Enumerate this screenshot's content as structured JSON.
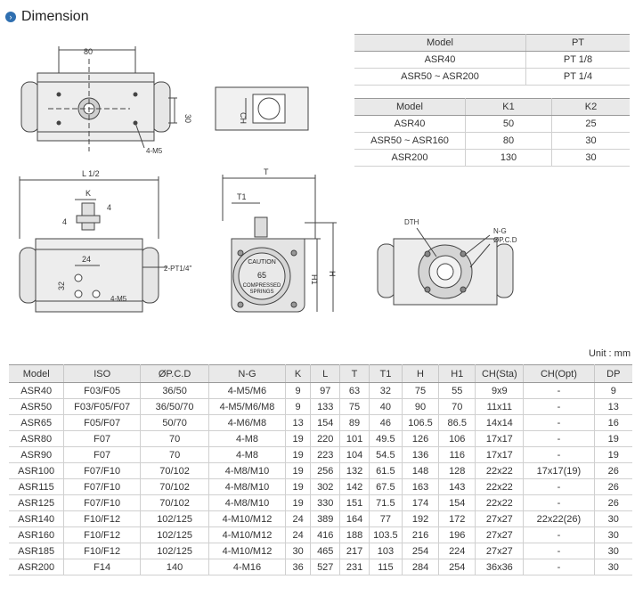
{
  "header": {
    "title": "Dimension"
  },
  "pt_table": {
    "headers": [
      "Model",
      "PT"
    ],
    "rows": [
      [
        "ASR40",
        "PT 1/8"
      ],
      [
        "ASR50 ~ ASR200",
        "PT 1/4"
      ]
    ]
  },
  "k_table": {
    "headers": [
      "Model",
      "K1",
      "K2"
    ],
    "rows": [
      [
        "ASR40",
        "50",
        "25"
      ],
      [
        "ASR50 ~ ASR160",
        "80",
        "30"
      ],
      [
        "ASR200",
        "130",
        "30"
      ]
    ]
  },
  "drawings": {
    "top_view": {
      "dim_width": "80",
      "dim_height": "30",
      "thread": "4-M5"
    },
    "shaft_end": {
      "label": "CH"
    },
    "front_view": {
      "dim_l2": "L 1/2",
      "dim_k": "K",
      "dim_4a": "4",
      "dim_4b": "4",
      "dim_24": "24",
      "dim_32": "32",
      "port": "2-PT1/4\"",
      "thread": "4-M5"
    },
    "side_view": {
      "dim_t": "T",
      "dim_t1": "T1",
      "dim_h": "H",
      "dim_h1": "H1",
      "caution": "CAUTION",
      "size": "65",
      "springs_1": "COMPRESSED",
      "springs_2": "SPRINGS"
    },
    "bottom_view": {
      "dth": "DTH",
      "ng": "N-G",
      "opcd": "ØP.C.D"
    }
  },
  "unit": "Unit : mm",
  "dimension_table": {
    "headers": [
      "Model",
      "ISO",
      "ØP.C.D",
      "N-G",
      "K",
      "L",
      "T",
      "T1",
      "H",
      "H1",
      "CH(Sta)",
      "CH(Opt)",
      "DP"
    ],
    "rows": [
      [
        "ASR40",
        "F03/F05",
        "36/50",
        "4-M5/M6",
        "9",
        "97",
        "63",
        "32",
        "75",
        "55",
        "9x9",
        "-",
        "9"
      ],
      [
        "ASR50",
        "F03/F05/F07",
        "36/50/70",
        "4-M5/M6/M8",
        "9",
        "133",
        "75",
        "40",
        "90",
        "70",
        "11x11",
        "-",
        "13"
      ],
      [
        "ASR65",
        "F05/F07",
        "50/70",
        "4-M6/M8",
        "13",
        "154",
        "89",
        "46",
        "106.5",
        "86.5",
        "14x14",
        "-",
        "16"
      ],
      [
        "ASR80",
        "F07",
        "70",
        "4-M8",
        "19",
        "220",
        "101",
        "49.5",
        "126",
        "106",
        "17x17",
        "-",
        "19"
      ],
      [
        "ASR90",
        "F07",
        "70",
        "4-M8",
        "19",
        "223",
        "104",
        "54.5",
        "136",
        "116",
        "17x17",
        "-",
        "19"
      ],
      [
        "ASR100",
        "F07/F10",
        "70/102",
        "4-M8/M10",
        "19",
        "256",
        "132",
        "61.5",
        "148",
        "128",
        "22x22",
        "17x17(19)",
        "26"
      ],
      [
        "ASR115",
        "F07/F10",
        "70/102",
        "4-M8/M10",
        "19",
        "302",
        "142",
        "67.5",
        "163",
        "143",
        "22x22",
        "-",
        "26"
      ],
      [
        "ASR125",
        "F07/F10",
        "70/102",
        "4-M8/M10",
        "19",
        "330",
        "151",
        "71.5",
        "174",
        "154",
        "22x22",
        "-",
        "26"
      ],
      [
        "ASR140",
        "F10/F12",
        "102/125",
        "4-M10/M12",
        "24",
        "389",
        "164",
        "77",
        "192",
        "172",
        "27x27",
        "22x22(26)",
        "30"
      ],
      [
        "ASR160",
        "F10/F12",
        "102/125",
        "4-M10/M12",
        "24",
        "416",
        "188",
        "103.5",
        "216",
        "196",
        "27x27",
        "-",
        "30"
      ],
      [
        "ASR185",
        "F10/F12",
        "102/125",
        "4-M10/M12",
        "30",
        "465",
        "217",
        "103",
        "254",
        "224",
        "27x27",
        "-",
        "30"
      ],
      [
        "ASR200",
        "F14",
        "140",
        "4-M16",
        "36",
        "527",
        "231",
        "115",
        "284",
        "254",
        "36x36",
        "-",
        "30"
      ]
    ]
  }
}
